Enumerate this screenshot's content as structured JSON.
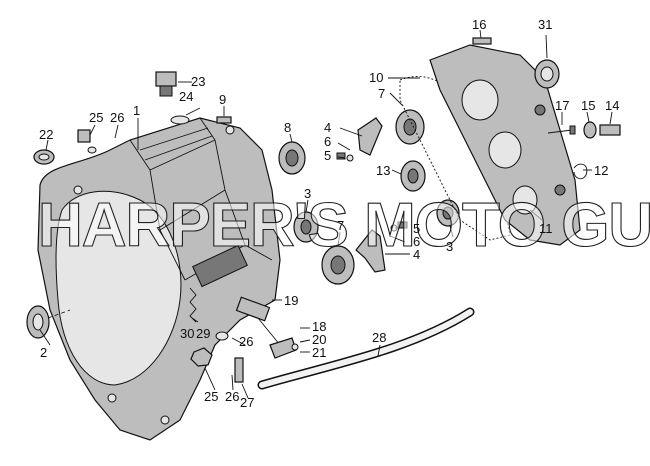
{
  "watermark": "HARPER'S MOTO GUZZI©",
  "colors": {
    "ink": "#111111",
    "metal": "#bdbdbd",
    "shade": "#777777",
    "paper": "#ffffff"
  },
  "labels": {
    "l1": "1",
    "l2": "2",
    "l3a": "3",
    "l3b": "3",
    "l4a": "4",
    "l4b": "4",
    "l5a": "5",
    "l5b": "5",
    "l6a": "6",
    "l6b": "6",
    "l7a": "7",
    "l7b": "7",
    "l8": "8",
    "l9": "9",
    "l10": "10",
    "l11": "11",
    "l12": "12",
    "l13": "13",
    "l14": "14",
    "l15": "15",
    "l16": "16",
    "l17": "17",
    "l18": "18",
    "l19": "19",
    "l20": "20",
    "l21": "21",
    "l22": "22",
    "l23": "23",
    "l24": "24",
    "l25a": "25",
    "l25b": "25",
    "l26a": "26",
    "l26b": "26",
    "l26c": "26",
    "l27": "27",
    "l28": "28",
    "l29": "29",
    "l30": "30",
    "l31": "31"
  }
}
